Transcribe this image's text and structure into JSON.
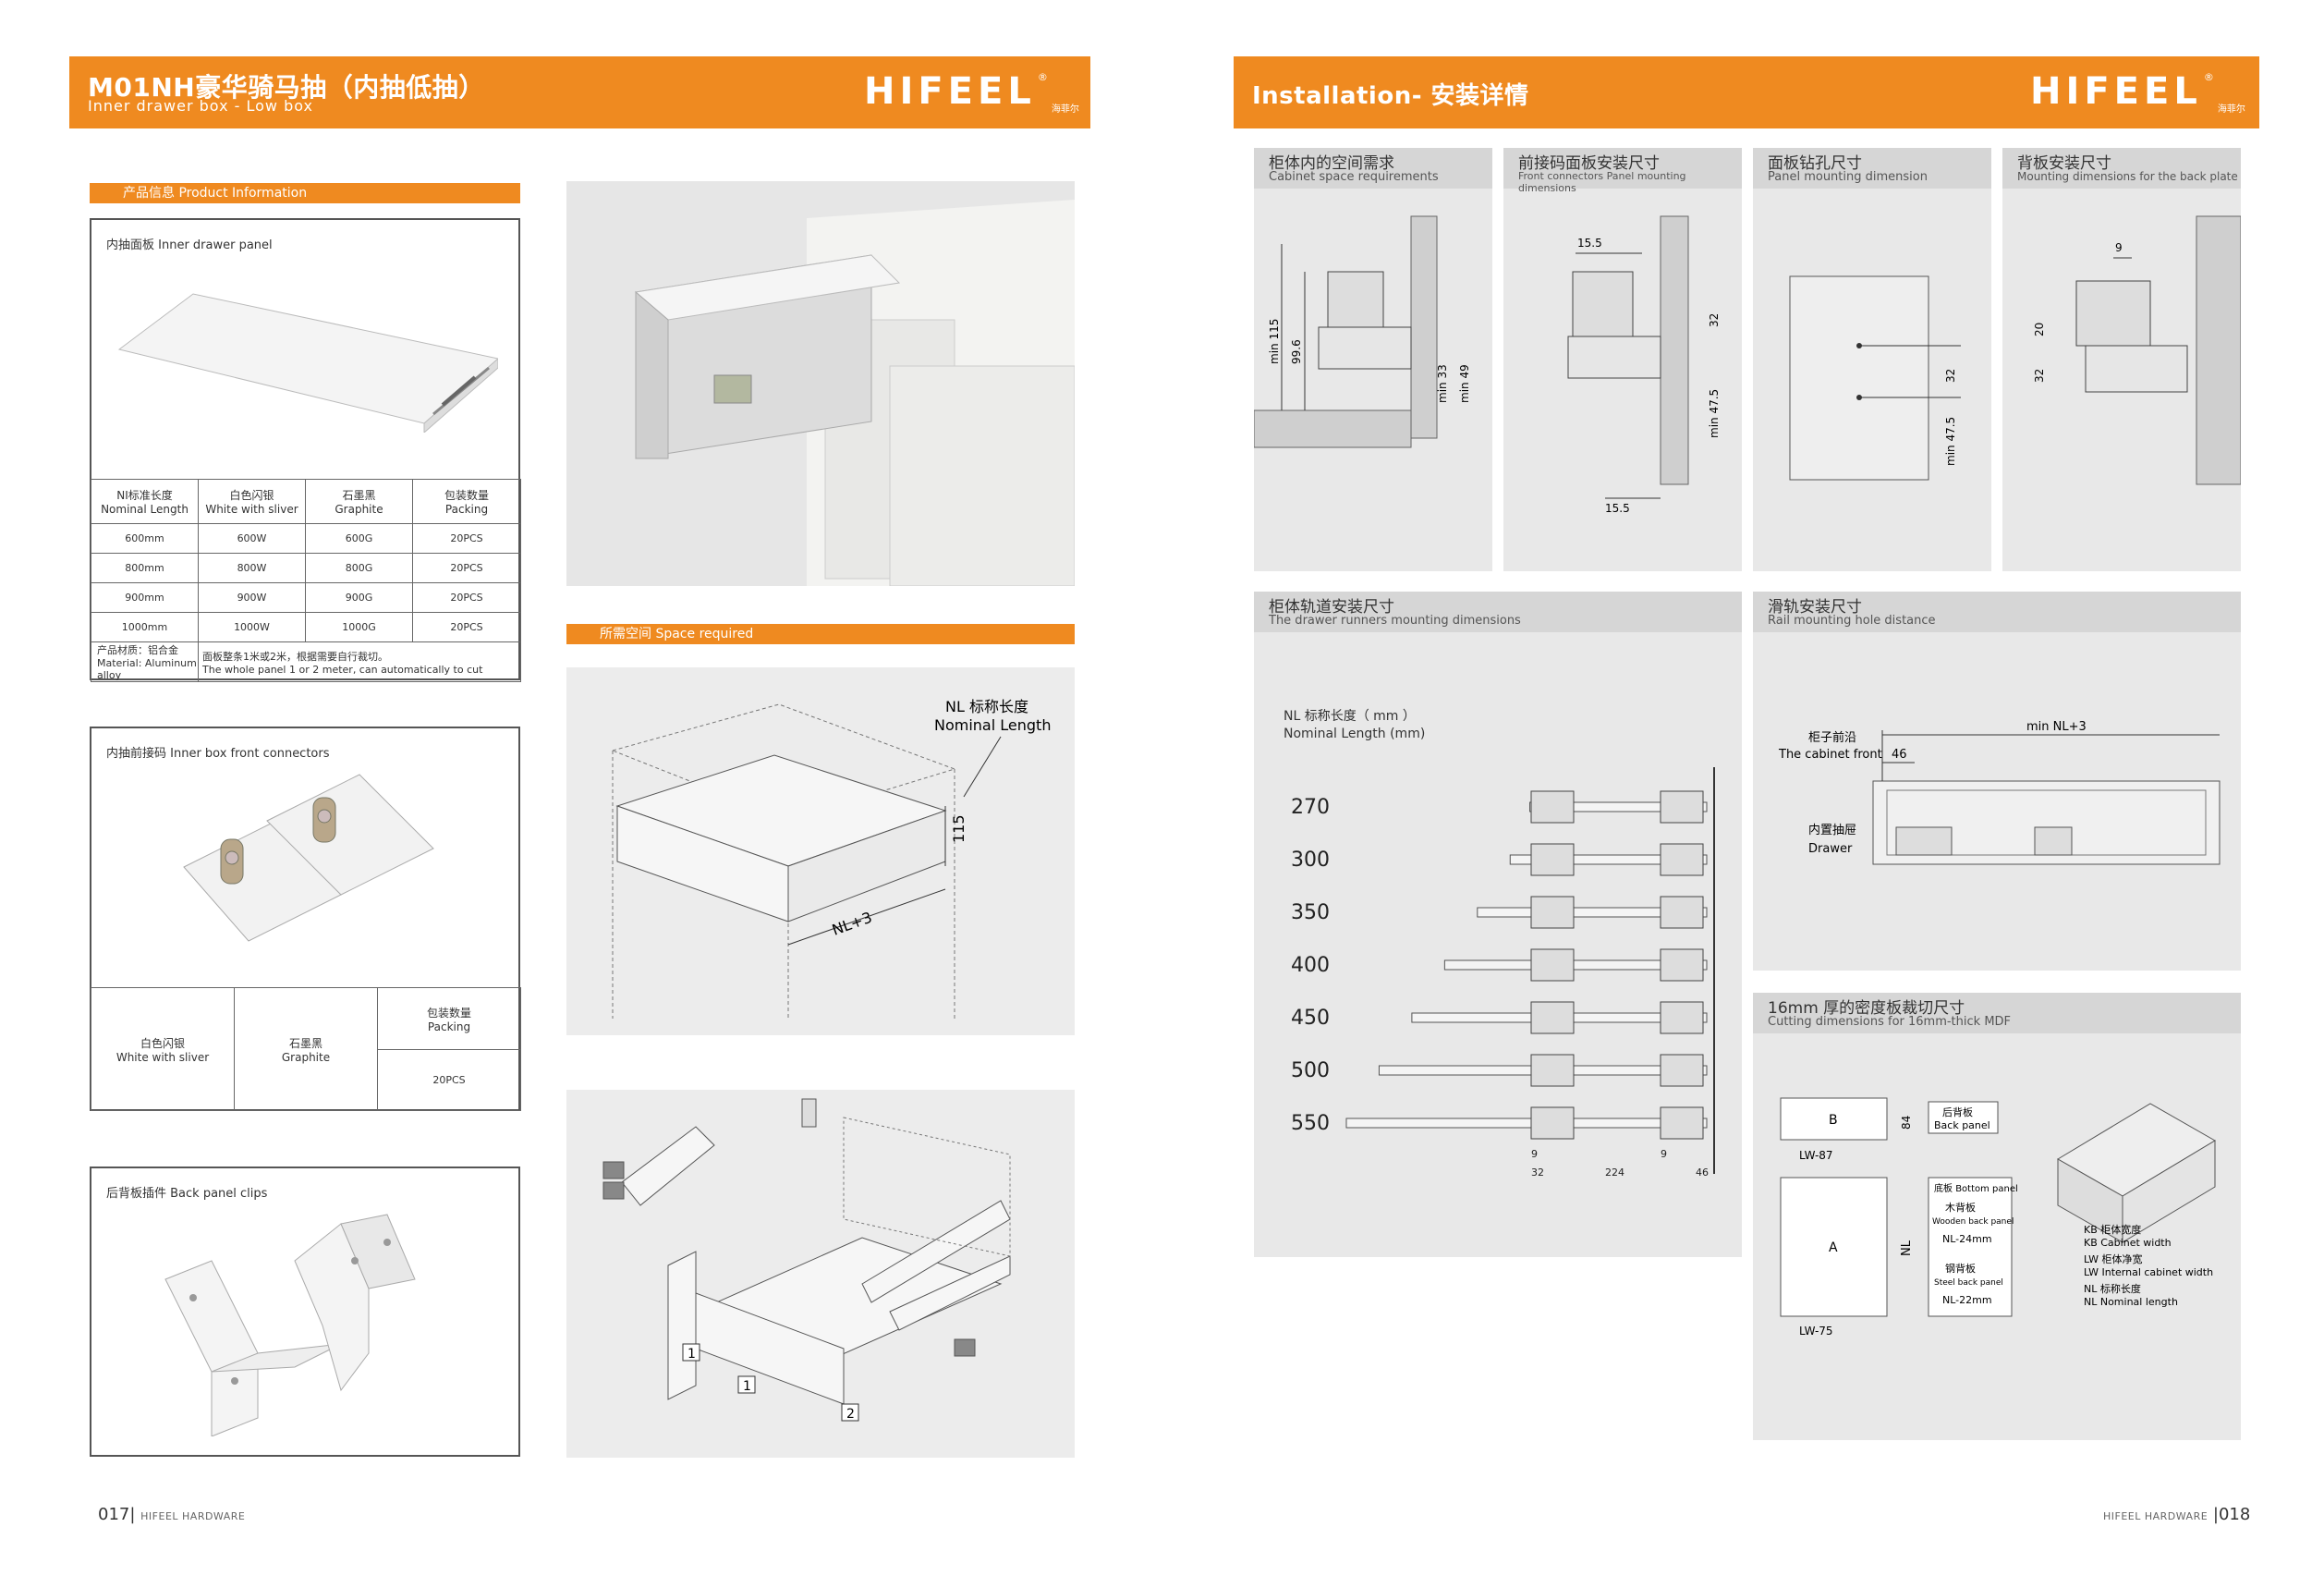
{
  "left_header": {
    "title": "M01NH豪华骑马抽（内抽低抽）",
    "subtitle": "Inner drawer box - Low box",
    "logo": "HIFEEL",
    "logo_reg": "®",
    "logo_sub": "海菲尔"
  },
  "right_header": {
    "title": "Installation- 安装详情",
    "logo": "HIFEEL",
    "logo_reg": "®",
    "logo_sub": "海菲尔"
  },
  "product_info": {
    "bar_label": "产品信息 Product Information",
    "panel_label": "内抽面板 Inner drawer panel",
    "table_headers": [
      [
        "NI标准长度",
        "Nominal Length"
      ],
      [
        "白色闪银",
        "White with sliver"
      ],
      [
        "石墨黑",
        "Graphite"
      ],
      [
        "包装数量",
        "Packing"
      ]
    ],
    "rows": [
      [
        "600mm",
        "600W",
        "600G",
        "20PCS"
      ],
      [
        "800mm",
        "800W",
        "800G",
        "20PCS"
      ],
      [
        "900mm",
        "900W",
        "900G",
        "20PCS"
      ],
      [
        "1000mm",
        "1000W",
        "1000G",
        "20PCS"
      ]
    ],
    "material_cn": "产品材质：铝合金",
    "material_en": "Material: Aluminum alloy",
    "note_cn": "面板整条1米或2米，根据需要自行裁切。",
    "note_en": "The whole panel 1 or 2 meter, can automatically to cut"
  },
  "connectors": {
    "label": "内抽前接码 Inner box front connectors",
    "col1_cn": "白色闪银",
    "col1_en": "White with sliver",
    "col2_cn": "石墨黑",
    "col2_en": "Graphite",
    "col3_cn": "包装数量",
    "col3_en": "Packing",
    "packing": "20PCS"
  },
  "clips": {
    "label": "后背板插件 Back panel clips"
  },
  "space_required": {
    "bar_label": "所需空间 Space required",
    "nl_cn": "NL 标称长度",
    "nl_en": "Nominal Length",
    "height": "115",
    "nl_plus": "NL+3"
  },
  "exploded": {
    "callouts": [
      "1",
      "1",
      "2"
    ]
  },
  "panels": {
    "cabinet": {
      "cn": "柜体内的空间需求",
      "en": "Cabinet space requirements",
      "dims": [
        "min 115",
        "99.6",
        "min 33",
        "min 49"
      ]
    },
    "front": {
      "cn": "前接码面板安装尺寸",
      "en": "Front connectors Panel mounting dimensions",
      "dims": [
        "15.5",
        "32",
        "min 47.5",
        "15.5"
      ]
    },
    "panel_drill": {
      "cn": "面板钻孔尺寸",
      "en": "Panel mounting dimension",
      "dims": [
        "32",
        "min 47.5"
      ]
    },
    "back": {
      "cn": "背板安装尺寸",
      "en": "Mounting dimensions for the back plate",
      "dims": [
        "9",
        "20",
        "32"
      ]
    },
    "runners": {
      "cn": "柜体轨道安装尺寸",
      "en": "The drawer runners mounting dimensions",
      "nl_cn": "NL 标称长度（ mm ）",
      "nl_en": "Nominal Length (mm)",
      "lengths": [
        "270",
        "300",
        "350",
        "400",
        "450",
        "500",
        "550"
      ],
      "dims": [
        "9",
        "9",
        "32",
        "224",
        "46"
      ]
    },
    "rail": {
      "cn": "滑轨安装尺寸",
      "en": "Rail mounting hole distance",
      "front_cn": "柜子前沿",
      "front_en": "The cabinet front",
      "d46": "46",
      "min_nl": "min NL+3",
      "drawer_cn": "内置抽屉",
      "drawer_en": "Drawer"
    },
    "mdf": {
      "cn": "16mm 厚的密度板裁切尺寸",
      "en": "Cutting dimensions for 16mm-thick MDF",
      "b": "B",
      "b84": "84",
      "back_cn": "后背板",
      "back_en": "Back panel",
      "lw87": "LW-87",
      "a": "A",
      "nl": "NL",
      "bottom_cn": "底板",
      "bottom_en": "Bottom panel",
      "wood_cn": "木背板",
      "wood_en": "Wooden back panel",
      "nl24": "NL-24mm",
      "steel_cn": "钢背板",
      "steel_en": "Steel back panel",
      "nl22": "NL-22mm",
      "lw75": "LW-75",
      "legend": [
        [
          "KB",
          "柜体宽度",
          "KB Cabinet width"
        ],
        [
          "LW",
          "柜体净宽",
          "LW Internal cabinet width"
        ],
        [
          "NL",
          "标称长度",
          "NL Nominal length"
        ]
      ]
    }
  },
  "footer_left": {
    "num": "017",
    "text": "HIFEEL HARDWARE"
  },
  "footer_right": {
    "num": "018",
    "text": "HIFEEL HARDWARE"
  }
}
